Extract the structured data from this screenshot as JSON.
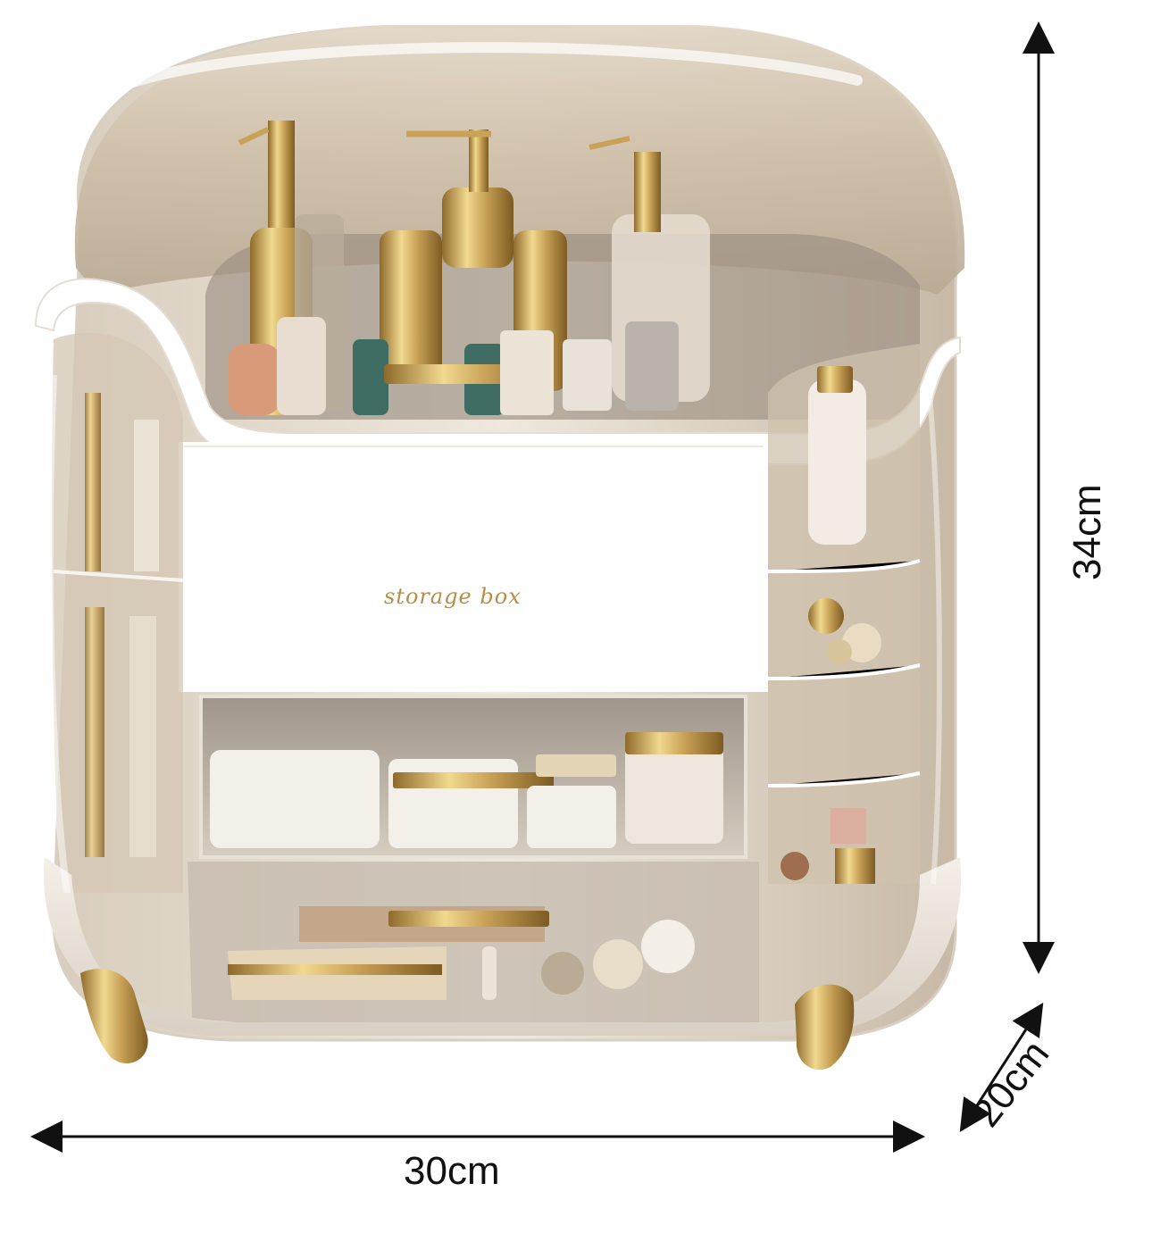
{
  "product": {
    "brand_text": "storage box"
  },
  "dimensions": {
    "width": "30cm",
    "height": "34cm",
    "depth": "20cm"
  },
  "colors": {
    "shell": "#ffffff",
    "lid_tint": "#cbbba4",
    "gold": "#c9a257",
    "smoke": "#8f867c",
    "line": "#111111"
  }
}
